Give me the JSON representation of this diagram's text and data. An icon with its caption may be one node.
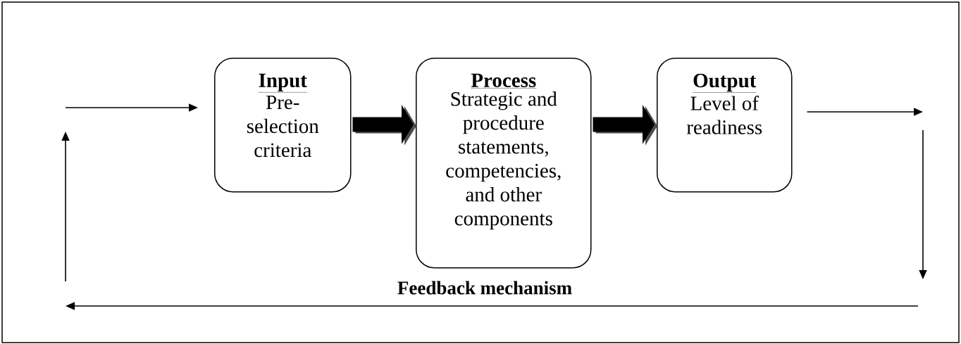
{
  "diagram": {
    "nodes": [
      {
        "text": [
          "Input",
          "Pre-selection criteria"
        ]
      },
      {
        "text": [
          "Process",
          "Strategic and procedure statements, competencies, and other components"
        ]
      },
      {
        "text": [
          "Output",
          "Level of readiness"
        ]
      }
    ],
    "edges": [
      {
        "from": 0,
        "to": 1,
        "arrow": "to",
        "style": "thick"
      },
      {
        "from": 1,
        "to": 2,
        "arrow": "to",
        "style": "thick"
      },
      {
        "from": null,
        "to": 0,
        "arrow": "to"
      },
      {
        "from": 2,
        "to": null,
        "arrow": "to"
      }
    ],
    "labels": [
      "Feedback mechanism"
    ]
  }
}
